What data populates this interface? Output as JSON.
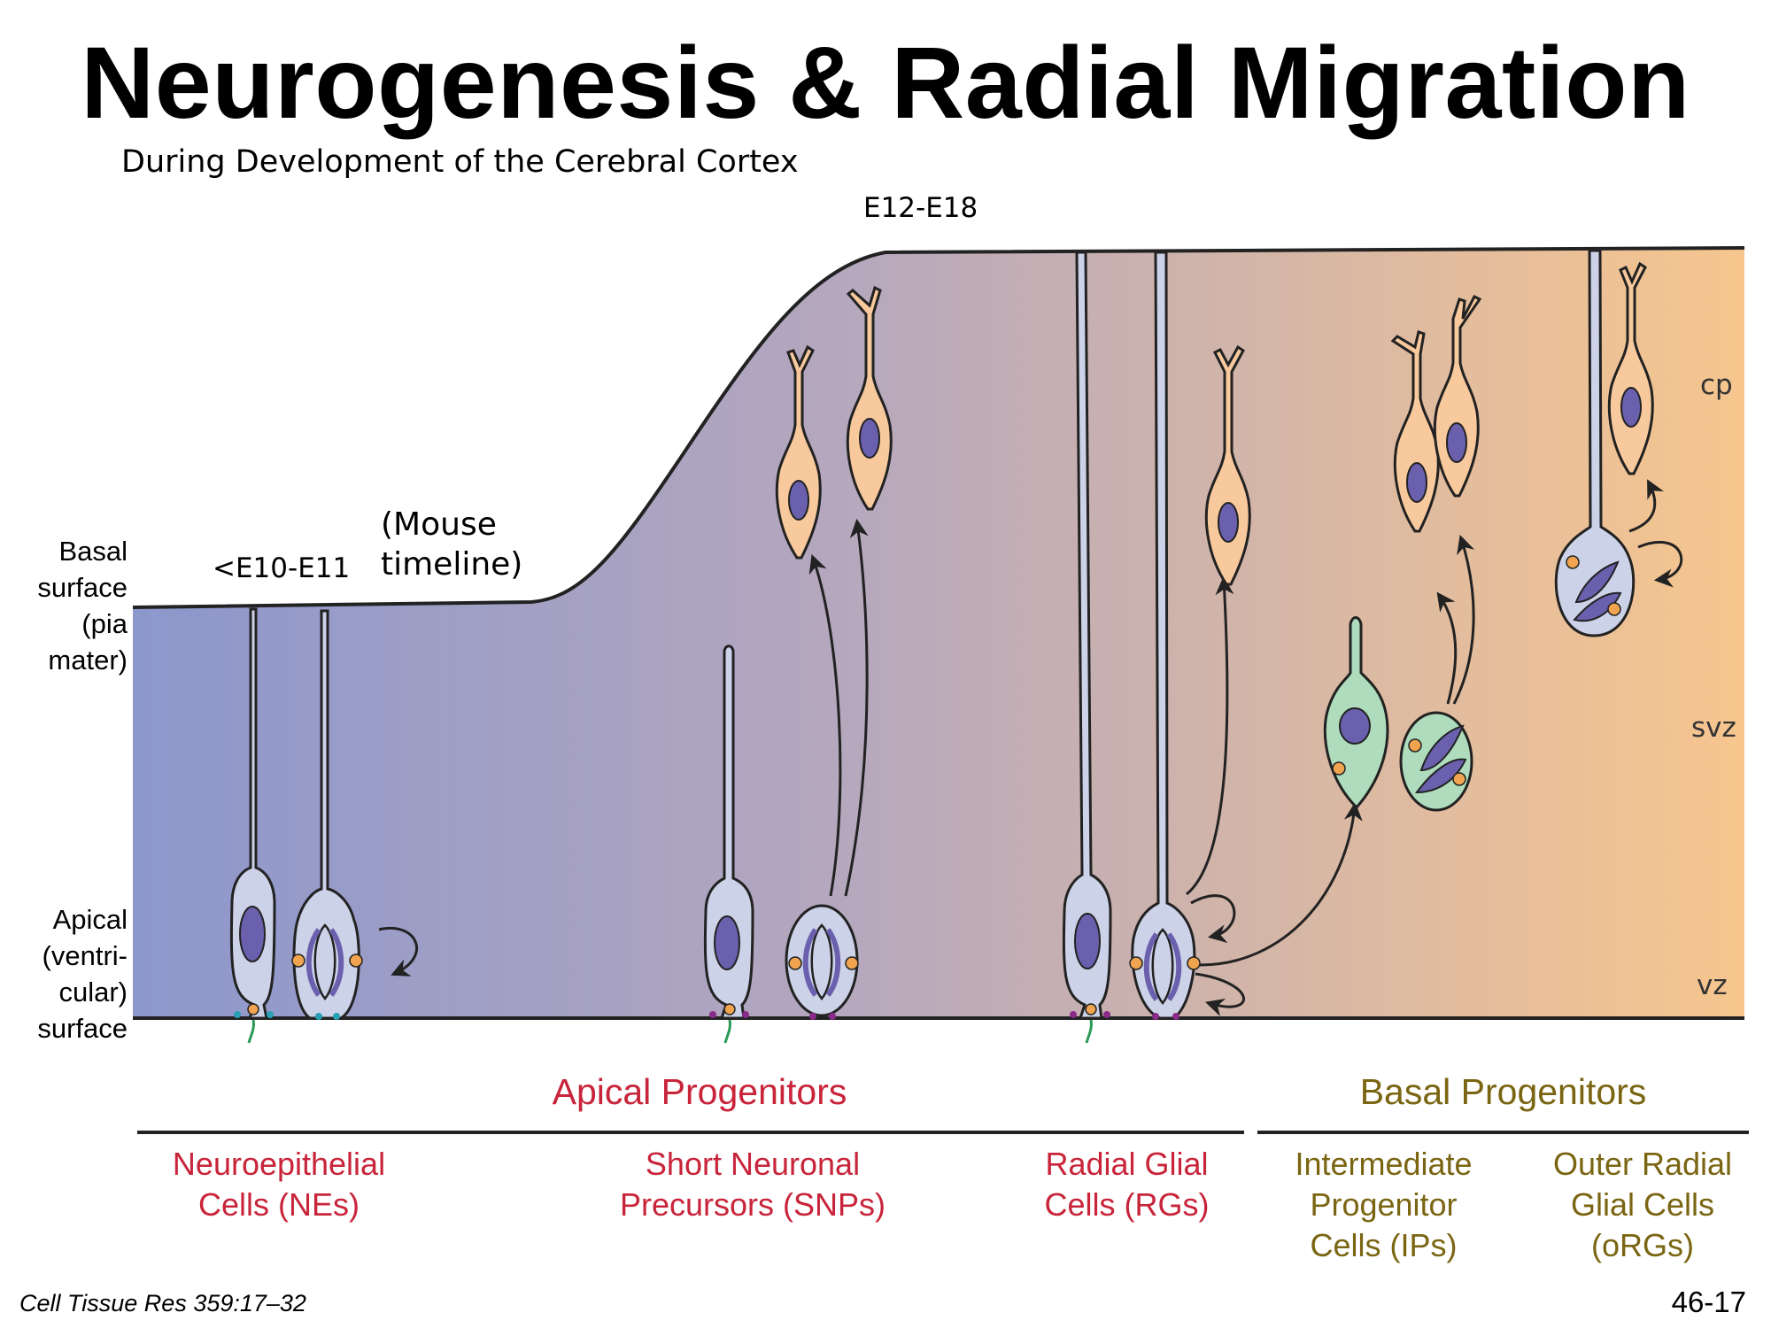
{
  "title": "Neurogenesis & Radial Migration",
  "subtitle": "During Development of the Cerebral Cortex",
  "timeline": {
    "early": "<E10-E11",
    "late": "E12-E18",
    "note_line1": "(Mouse",
    "note_line2": "timeline)"
  },
  "surface_labels": {
    "basal": [
      "Basal",
      "surface",
      "(pia",
      "mater)"
    ],
    "apical": [
      "Apical",
      "(ventri-",
      "cular)",
      "surface"
    ]
  },
  "zones": {
    "cp": "cp",
    "svz": "svz",
    "vz": "vz"
  },
  "groups": {
    "apical": "Apical Progenitors",
    "basal": "Basal Progenitors"
  },
  "categories": {
    "ne": [
      "Neuroepithelial",
      "Cells (NEs)"
    ],
    "snp": [
      "Short Neuronal",
      "Precursors (SNPs)"
    ],
    "rg": [
      "Radial Glial",
      "Cells (RGs)"
    ],
    "ip": [
      "Intermediate",
      "Progenitor",
      "Cells (IPs)"
    ],
    "org": [
      "Outer Radial",
      "Glial Cells",
      "(oRGs)"
    ]
  },
  "colors": {
    "red": "#c8243a",
    "olive": "#7a6512",
    "gradient_start": "#8c97cc",
    "gradient_mid": "#b6a8bd",
    "gradient_end": "#f7c68e",
    "progenitor_cell": "#ccd2e8",
    "nucleus": "#6a60ad",
    "neuron": "#f8c99d",
    "intermediate_cell": "#aedcbc"
  },
  "citation": "Cell Tissue Res 359:17–32",
  "page_number": "46-17"
}
